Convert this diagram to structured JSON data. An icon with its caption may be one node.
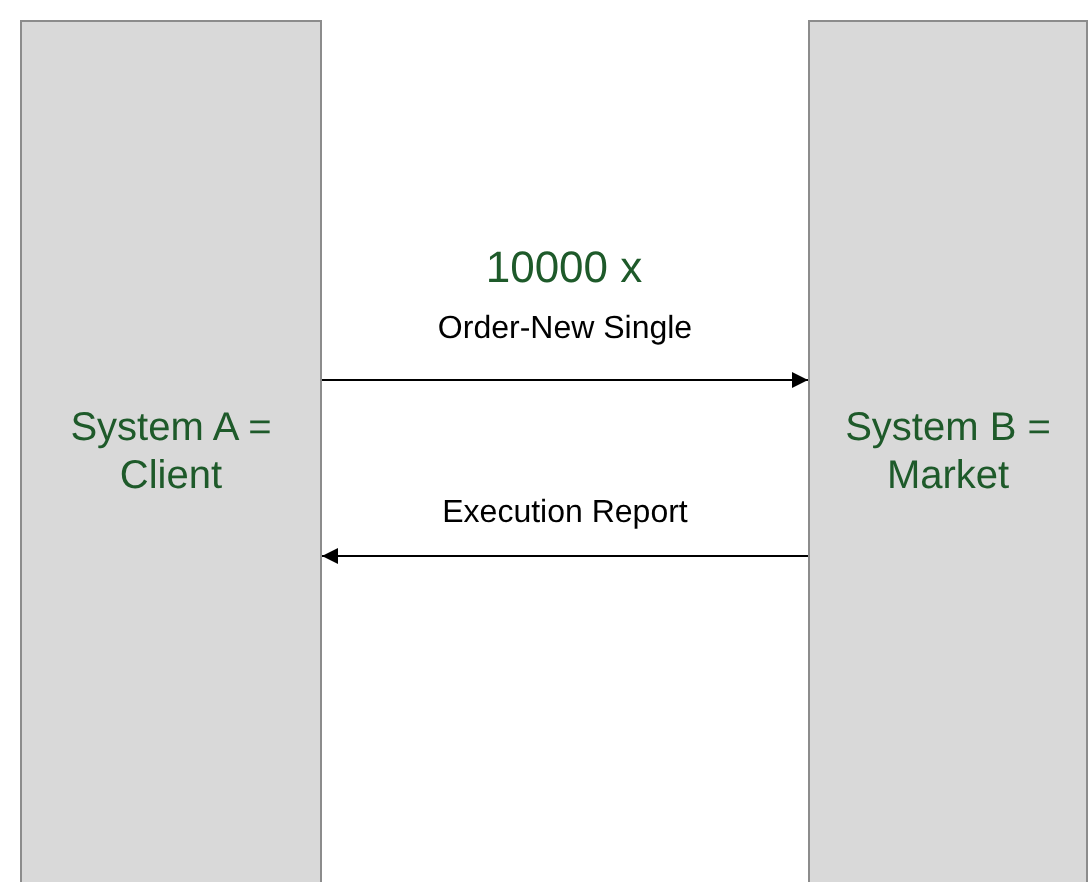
{
  "diagram": {
    "nodes": [
      {
        "text": [
          "System A = Client"
        ]
      },
      {
        "text": [
          "System B = Market"
        ]
      }
    ],
    "edges": [
      {
        "from": 0,
        "to": 1,
        "arrow": "to",
        "label": "Order-New Single"
      },
      {
        "from": 1,
        "to": 0,
        "arrow": "to",
        "label": "Execution Report"
      }
    ],
    "labels": [
      "10000 x"
    ]
  }
}
